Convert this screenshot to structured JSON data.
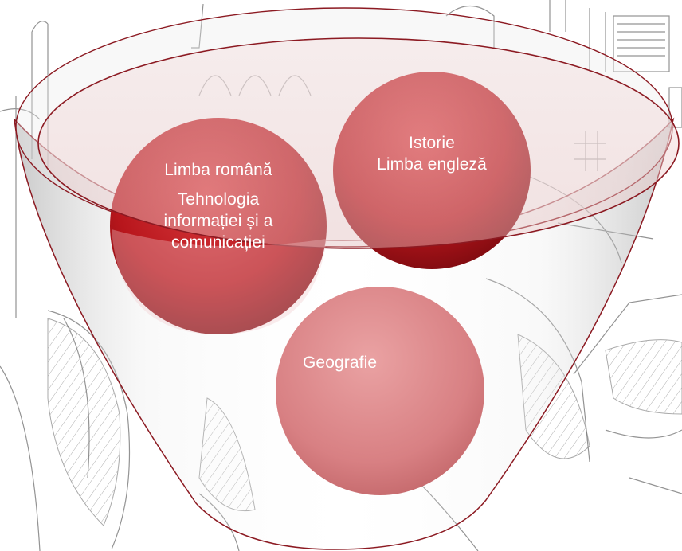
{
  "diagram": {
    "bubbles": [
      {
        "lines": [
          "Limba română",
          "Tehnologia",
          "informației și a",
          "comunicației"
        ]
      },
      {
        "lines": [
          "Istorie",
          "Limba engleză"
        ]
      },
      {
        "lines": [
          "Geografie"
        ]
      }
    ]
  },
  "colors": {
    "bubble_dark": "#b8161c",
    "bubble_light": "#d87a7d",
    "funnel_outline": "#8c1a22",
    "funnel_fill": "#c9c9c9",
    "sketch": "#6f6f6f"
  },
  "icons": {
    "background": "hand-drawn-city-sketch"
  }
}
